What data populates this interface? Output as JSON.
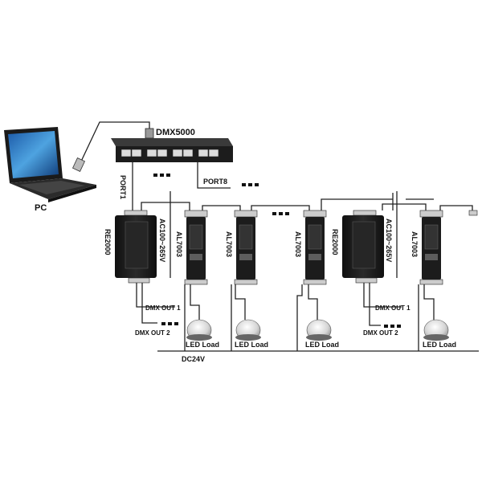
{
  "pc": {
    "label": "PC"
  },
  "controller": {
    "label": "DMX5000",
    "port1_label": "PORT1",
    "port8_label": "PORT8"
  },
  "repeaters": [
    {
      "label": "RE2000",
      "power_label": "AC100~265V",
      "out1_label": "DMX OUT 1",
      "out2_label": "DMX OUT 2"
    },
    {
      "label": "RE2000",
      "power_label": "AC100~265V",
      "out1_label": "DMX OUT 1",
      "out2_label": "DMX OUT 2"
    }
  ],
  "drivers": [
    {
      "label": "AL7003",
      "load_label": "LED Load"
    },
    {
      "label": "AL7003",
      "load_label": "LED Load"
    },
    {
      "label": "AL7003",
      "load_label": "LED Load"
    },
    {
      "label": "AL7003",
      "load_label": "LED Load"
    }
  ],
  "power_bus": {
    "label": "DC24V"
  },
  "colors": {
    "line": "#222222",
    "device": "#1b1b1b",
    "device_edge": "#444444"
  }
}
